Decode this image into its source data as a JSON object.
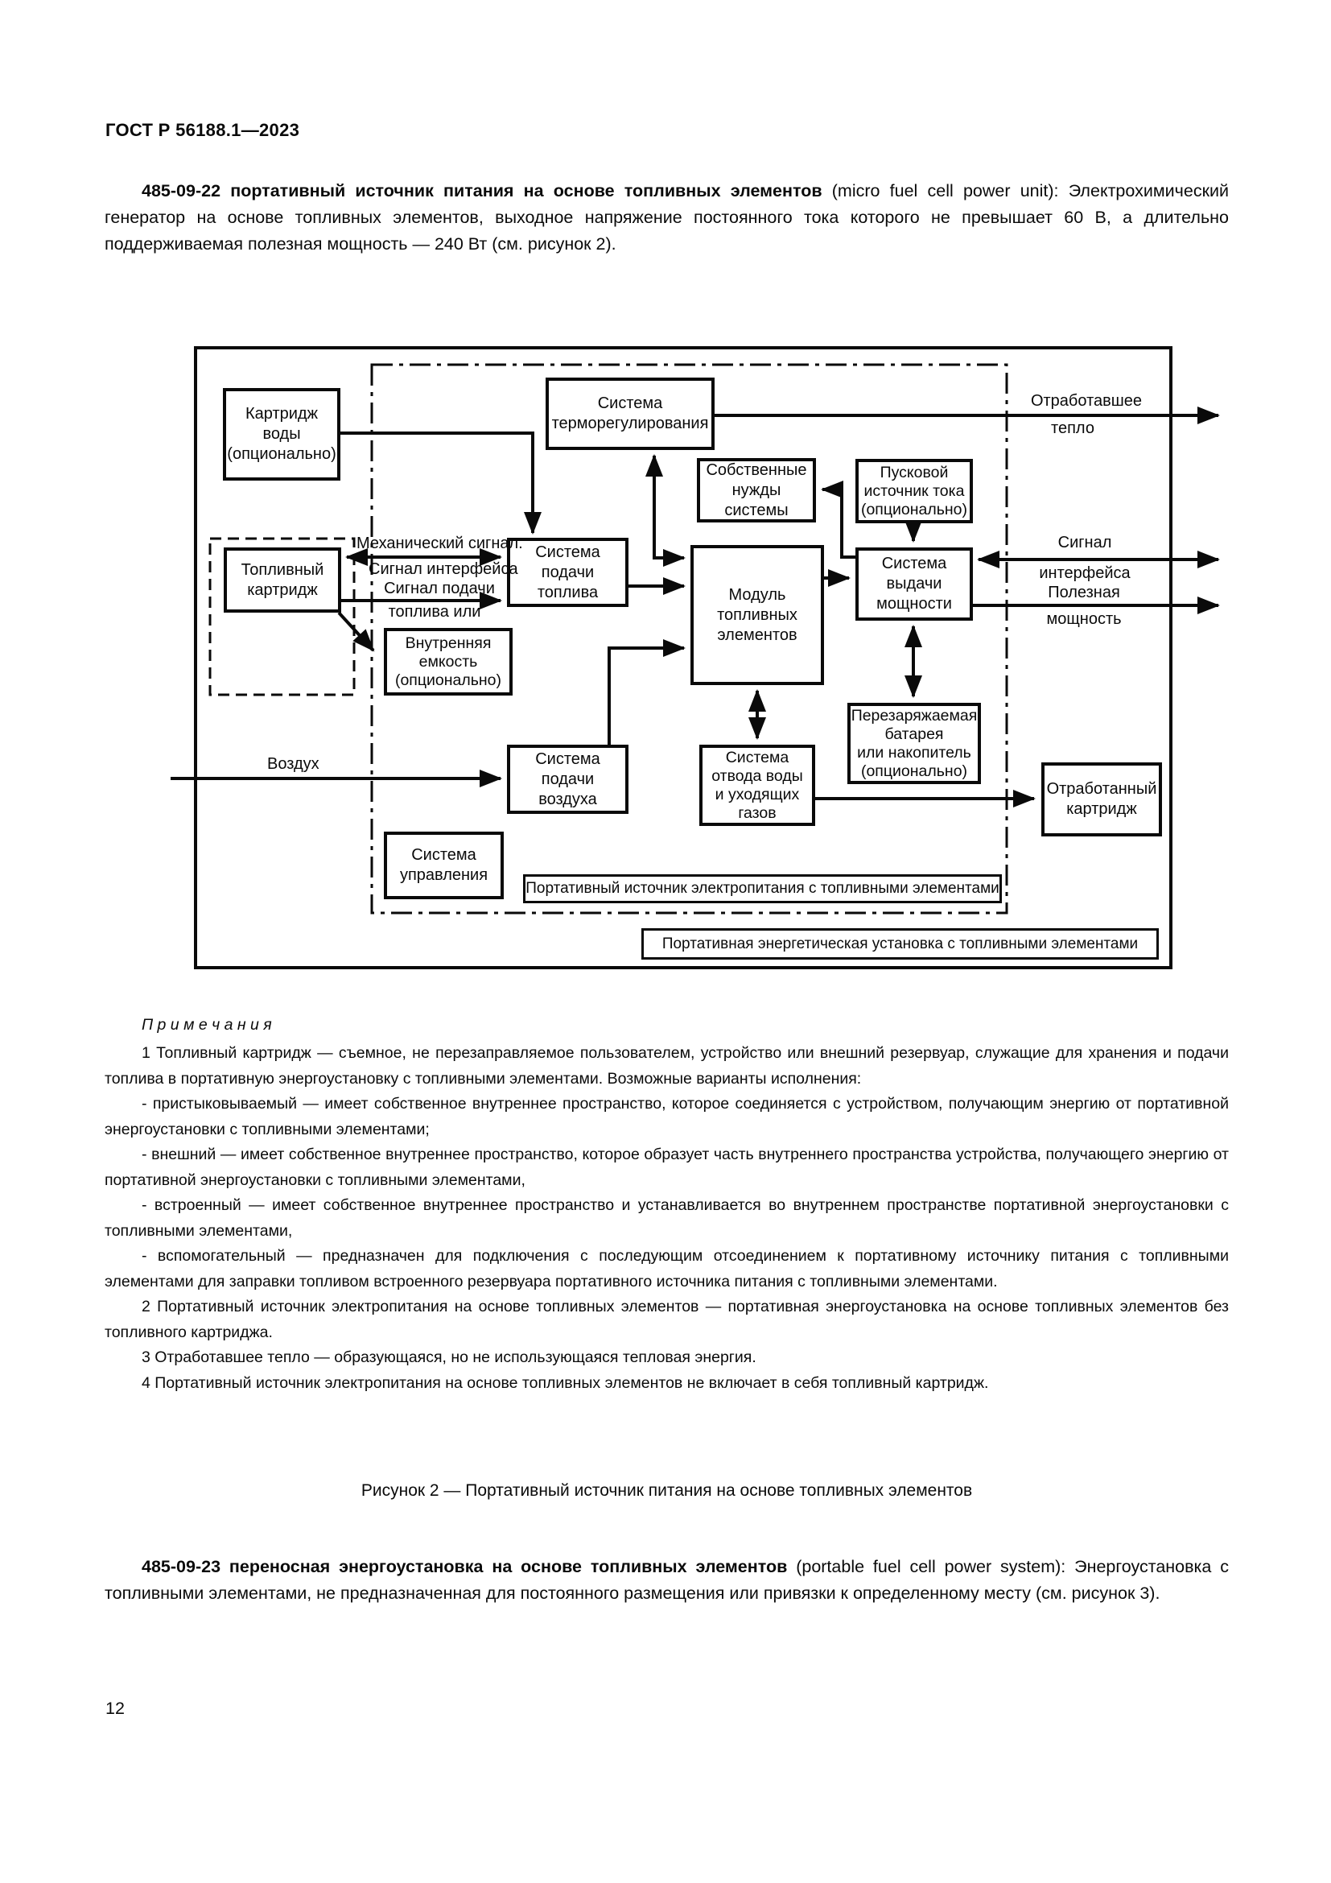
{
  "header": "ГОСТ Р 56188.1—2023",
  "page_number": "12",
  "paragraph_1": {
    "lead": "485-09-22 портативный источник питания на основе топливных элементов",
    "rest": " (micro fuel cell power unit): Электрохимический генератор на основе топливных элементов, выходное напряжение постоянного тока которого не превышает 60 В, а длительно поддерживаемая полезная мощность — 240 Вт (см. рисунок 2)."
  },
  "diagram": {
    "boxes": {
      "water_cartridge": "Картридж\nводы\n(опционально)",
      "thermo_system": "Система\nтерморегулирования",
      "own_needs": "Собственные\nнужды системы",
      "starter_source": "Пусковой\nисточник тока\n(опционально)",
      "fuel_cartridge": "Топливный\nкартридж",
      "fuel_supply": "Система\nподачи\nтоплива",
      "fc_module": "Модуль\nтопливных\nэлементов",
      "power_output": "Система\nвыдачи\nмощности",
      "internal_tank": "Внутренняя\nемкость\n(опционально)",
      "battery": "Перезаряжаемая\nбатарея\nили накопитель\n(опционально)",
      "air_supply": "Система\nподачи\nвоздуха",
      "water_gas_removal": "Система\nотвода воды\nи уходящих\nгазов",
      "spent_cartridge": "Отработанный\nкартридж",
      "control_system": "Система\nуправления"
    },
    "edge_labels": {
      "mechanical_signal": "Механический сигнал.",
      "interface_signal": "Сигнал интерфейса",
      "fuel_supply_signal_1": "Сигнал подачи",
      "fuel_supply_signal_2": "топлива или",
      "air": "Воздух",
      "waste_heat_1": "Отработавшее",
      "waste_heat_2": "тепло",
      "interface_out_1": "Сигнал",
      "interface_out_2": "интерфейса",
      "useful_power_1": "Полезная",
      "useful_power_2": "мощность"
    },
    "frame_labels": {
      "inner": "Портативный источник электропитания с топливными элементами",
      "outer": "Портативная энергетическая установка с топливными элементами"
    }
  },
  "notes": {
    "heading": "П р и м е ч а н и я",
    "items": [
      "1 Топливный картридж — съемное, не перезаправляемое пользователем, устройство или внешний резервуар, служащие для хранения и подачи топлива в портативную энергоустановку с топливными элементами. Возможные варианты исполнения:",
      "- пристыковываемый — имеет собственное внутреннее пространство, которое соединяется с устройством, получающим энергию от портативной энергоустановки с топливными элементами;",
      "- внешний — имеет собственное внутреннее пространство, которое образует часть внутреннего пространства устройства, получающего энергию от портативной энергоустановки с топливными элементами,",
      "- встроенный — имеет собственное внутреннее пространство и устанавливается во внутреннем пространстве портативной энергоустановки с топливными элементами,",
      "- вспомогательный — предназначен для подключения с последующим отсоединением к портативному источнику питания с топливными элементами для заправки топливом встроенного резервуара портативного источника питания с топливными элементами.",
      "2 Портативный источник электропитания на основе топливных элементов — портативная энергоустановка на основе топливных элементов без топливного картриджа.",
      "3 Отработавшее тепло — образующаяся, но не использующаяся тепловая энергия.",
      "4 Портативный источник электропитания на основе топливных элементов не включает в себя топливный картридж."
    ]
  },
  "caption": "Рисунок 2 — Портативный источник питания на основе топливных элементов",
  "paragraph_2": {
    "lead": "485-09-23 переносная энергоустановка на основе топливных элементов",
    "rest": " (portable fuel cell power system): Энергоустановка с топливными элементами, не предназначенная для постоянного размещения или привязки к определенному месту (см. рисунок 3)."
  }
}
